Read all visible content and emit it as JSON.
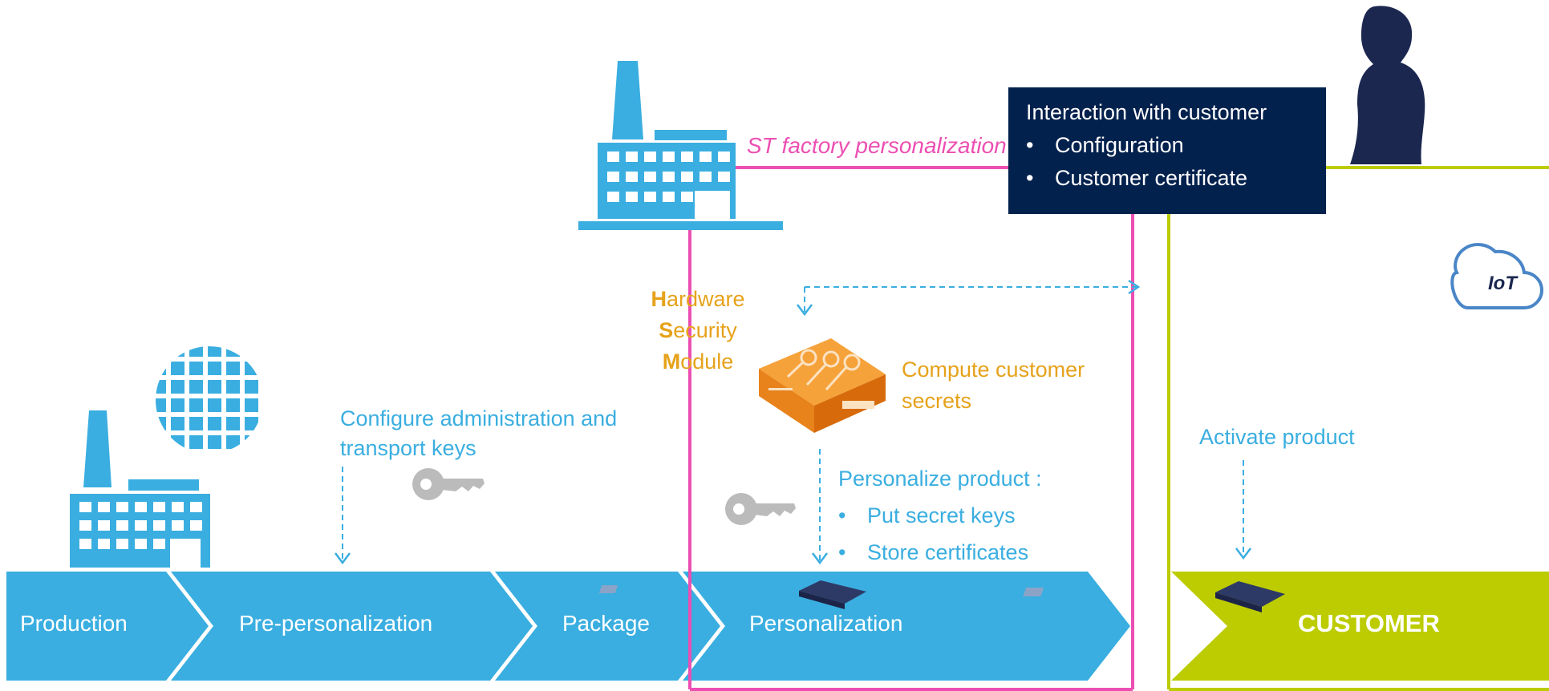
{
  "colors": {
    "pipeline_blue": "#3aaee0",
    "customer_green": "#bccc00",
    "pink_border": "#ec4fb3",
    "gold_text": "#e6a21a",
    "navy_box": "#03214d",
    "key_gray": "#bbbbbb",
    "hsm_orange": "#f08a22"
  },
  "pipeline": {
    "stages": [
      {
        "label": "Production"
      },
      {
        "label": "Pre-personalization"
      },
      {
        "label": "Package"
      },
      {
        "label": "Personalization"
      }
    ],
    "customer_label": "CUSTOMER"
  },
  "annotations": {
    "st_factory": "ST factory personalization",
    "configure_keys": [
      "Configure administration  and",
      "transport keys"
    ],
    "hsm": [
      {
        "cap": "H",
        "rest": "ardware"
      },
      {
        "cap": "S",
        "rest": "ecurity"
      },
      {
        "cap": "M",
        "rest": "odule"
      }
    ],
    "compute_secrets": [
      "Compute customer",
      "secrets"
    ],
    "personalize_title": "Personalize product :",
    "personalize_items": [
      "Put secret keys",
      "Store certificates"
    ],
    "activate": "Activate product",
    "bullet": "•"
  },
  "customer_box": {
    "title": "Interaction with customer",
    "items": [
      "Configuration",
      "Customer certificate"
    ]
  },
  "iot_label": "IoT",
  "icons": {
    "wafer": "wafer-icon",
    "factory_small": "factory-icon",
    "factory_large": "factory-icon",
    "key_1": "key-icon",
    "key_2": "key-icon",
    "hsm": "hsm-device-icon",
    "chip_1": "chip-module-icon",
    "chip_2": "chip-module-icon",
    "person": "person-silhouette-icon",
    "cloud": "cloud-icon"
  }
}
